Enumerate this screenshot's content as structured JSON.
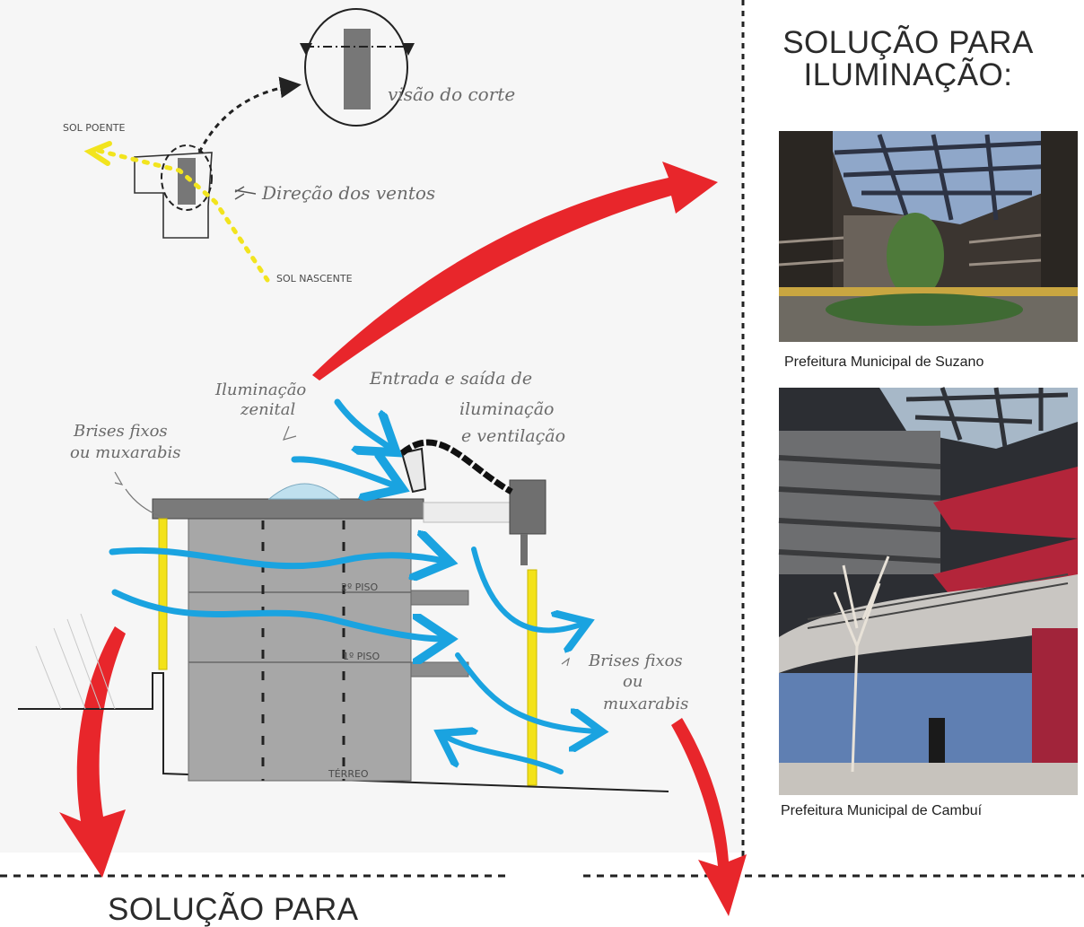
{
  "headings": {
    "top": "SOLUÇÃO PARA ILUMINAÇÃO:",
    "bottom": "SOLUÇÃO PARA"
  },
  "photos": [
    {
      "caption": "Prefeitura Municipal de Suzano"
    },
    {
      "caption": "Prefeitura Municipal de Cambuí"
    }
  ],
  "sketch": {
    "labels": {
      "visao_do_corte": "visão do corte",
      "sol_poente": "SOL POENTE",
      "direcao_dos_ventos": "Direção dos ventos",
      "sol_nascente": "SOL NASCENTE",
      "iluminacao_zenital_1": "Iluminação",
      "iluminacao_zenital_2": "zenital",
      "entrada_1": "Entrada e saída de",
      "entrada_2": "iluminação",
      "entrada_3": "e ventilação",
      "brises_left_1": "Brises fixos",
      "brises_left_2": "ou muxarabis",
      "brises_right_1": "Brises fixos",
      "brises_right_2": "ou",
      "brises_right_3": "muxarabis",
      "piso_2": "2º PISO",
      "piso_1": "1º PISO",
      "terreo": "TÉRREO"
    }
  },
  "colors": {
    "arrow_red": "#e8262b",
    "wind_blue": "#1aa3e0",
    "brise_yellow": "#f3e21a",
    "sun_path_yellow": "#f2e41e",
    "building_gray": "#a7a7a7",
    "slab_gray": "#7a7a7a"
  }
}
